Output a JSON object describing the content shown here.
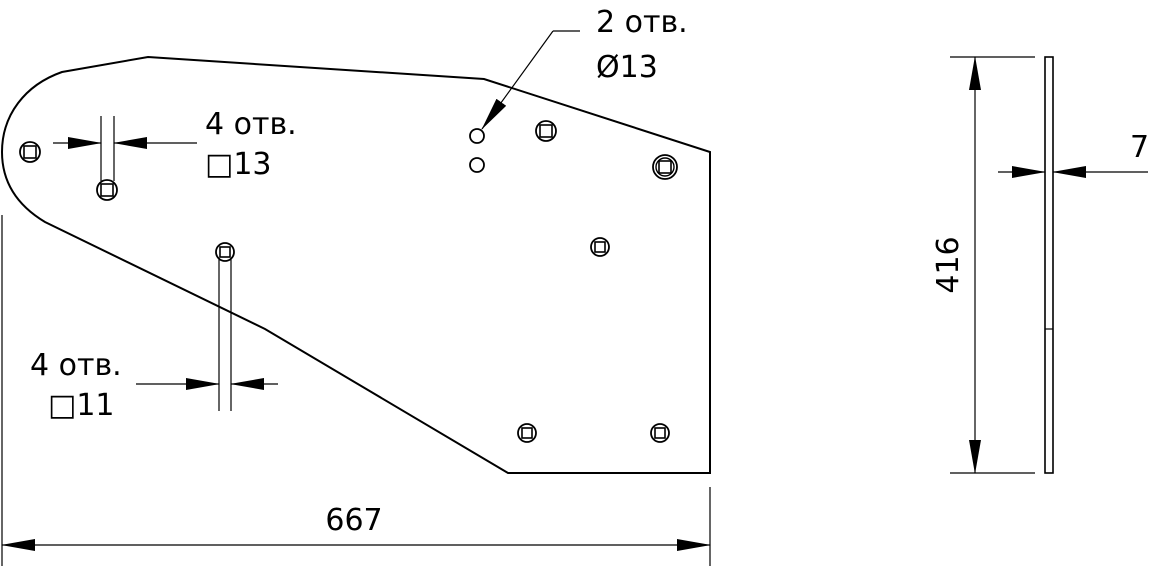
{
  "callouts": {
    "square13": {
      "qty": "4 отв.",
      "size": "□13"
    },
    "round13": {
      "qty": "2 отв.",
      "size": "Ø13"
    },
    "square11": {
      "qty": "4 отв.",
      "size": "□11"
    }
  },
  "dimensions": {
    "width": "667",
    "height": "416",
    "thickness": "7"
  }
}
